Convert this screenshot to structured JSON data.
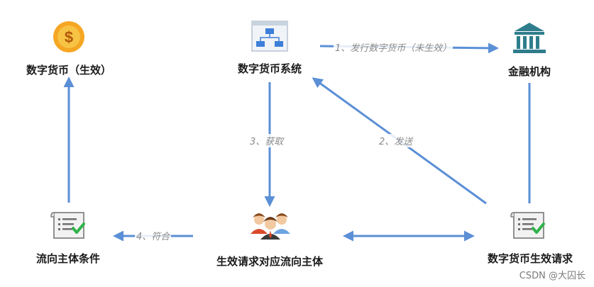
{
  "nodes": {
    "digital_currency_effective": "数字货币（生效）",
    "digital_currency_system": "数字货币系统",
    "financial_institution": "金融机构",
    "flow_subject_conditions": "流向主体条件",
    "effective_request_subject": "生效请求对应流向主体",
    "digital_currency_effective_request": "数字货币生效请求"
  },
  "edges": {
    "issue": "1、发行数字货币（未生效）",
    "send": "2、发送",
    "fetch": "3、获取",
    "match": "4、符合"
  },
  "icons": {
    "coin": "dollar-coin-icon",
    "system": "flowchart-icon",
    "bank": "bank-building-icon",
    "document": "checked-document-icon",
    "people": "people-group-icon"
  },
  "colors": {
    "arrow": "#5b8fd6",
    "coin": "#f5a623",
    "bank": "#2f7d8c",
    "check": "#2fb34a"
  },
  "watermark": "CSDN @大囚长"
}
